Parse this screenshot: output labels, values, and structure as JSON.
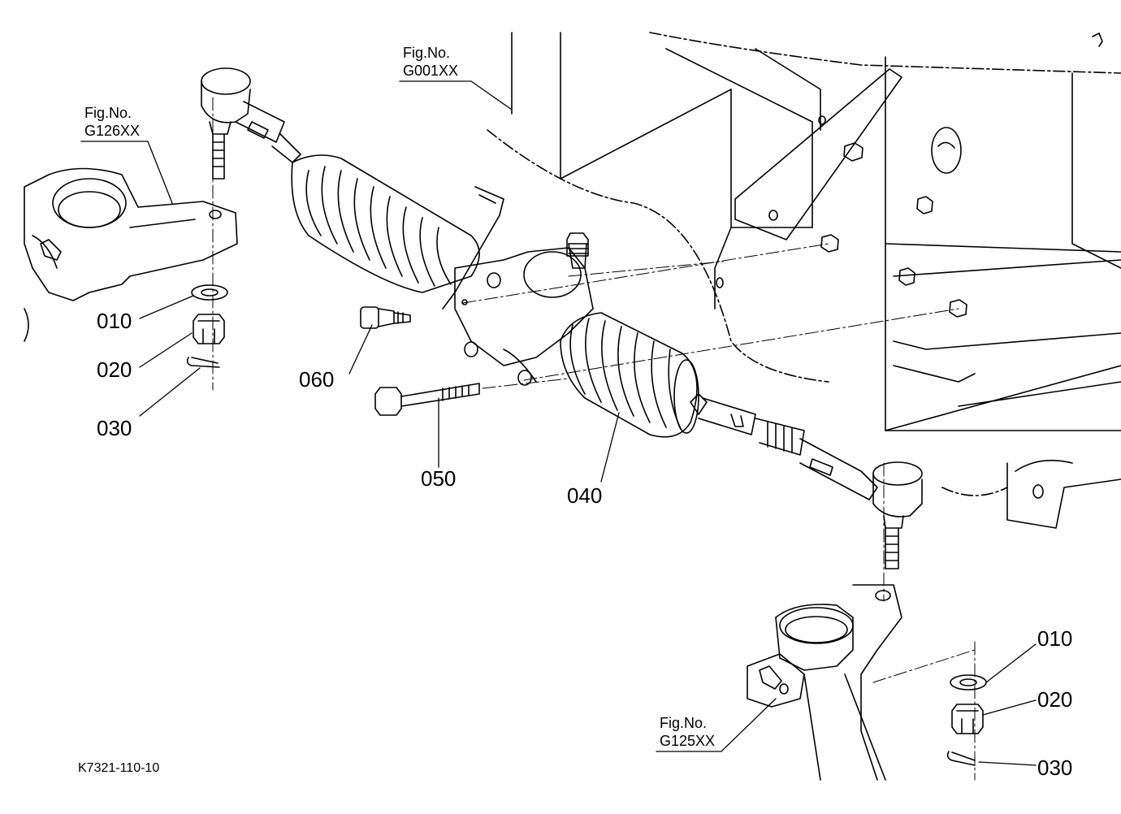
{
  "figure_refs": [
    {
      "line1": "Fig.No.",
      "line2": "G001XX"
    },
    {
      "line1": "Fig.No.",
      "line2": "G126XX"
    },
    {
      "line1": "Fig.No.",
      "line2": "G125XX"
    }
  ],
  "part_labels": {
    "left_010": "010",
    "left_020": "020",
    "left_030": "030",
    "p060": "060",
    "p050": "050",
    "p040": "040",
    "right_010": "010",
    "right_020": "020",
    "right_030": "030"
  },
  "drawing_code": "K7321-110-10",
  "colors": {
    "line": "#000000",
    "background": "#ffffff"
  }
}
